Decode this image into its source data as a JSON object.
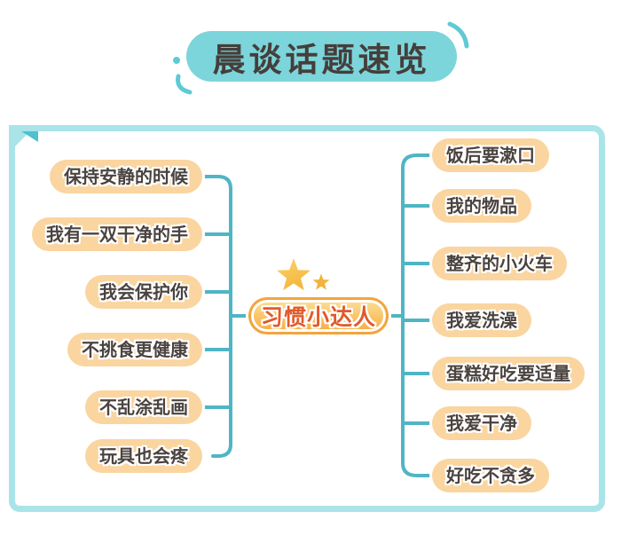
{
  "title": "晨谈话题速览",
  "center_label": "习惯小达人",
  "left_branches": [
    "保持安静的时候",
    "我有一双干净的手",
    "我会保护你",
    "不挑食更健康",
    "不乱涂乱画",
    "玩具也会疼"
  ],
  "right_branches": [
    "饭后要漱口",
    "我的物品",
    "整齐的小火车",
    "我爱洗澡",
    "蛋糕好吃要适量",
    "我爱干净",
    "好吃不贪多"
  ],
  "icons": {
    "star_large": "star-icon",
    "star_small": "star-icon",
    "fold_corner": "folded-page-corner-icon"
  },
  "colors": {
    "title_bg": "#7CD5DA",
    "title_text": "#453E3B",
    "card_border": "#A9E4E9",
    "fold": "#4FC0CD",
    "connector": "#4FB5C5",
    "pill_bg": "#FAD5A0",
    "pill_text": "#4A4340",
    "center_border": "#F2A53E",
    "center_text": "#E05A2B",
    "star_large": "#F8C24D",
    "star_small": "#F2B33C"
  }
}
